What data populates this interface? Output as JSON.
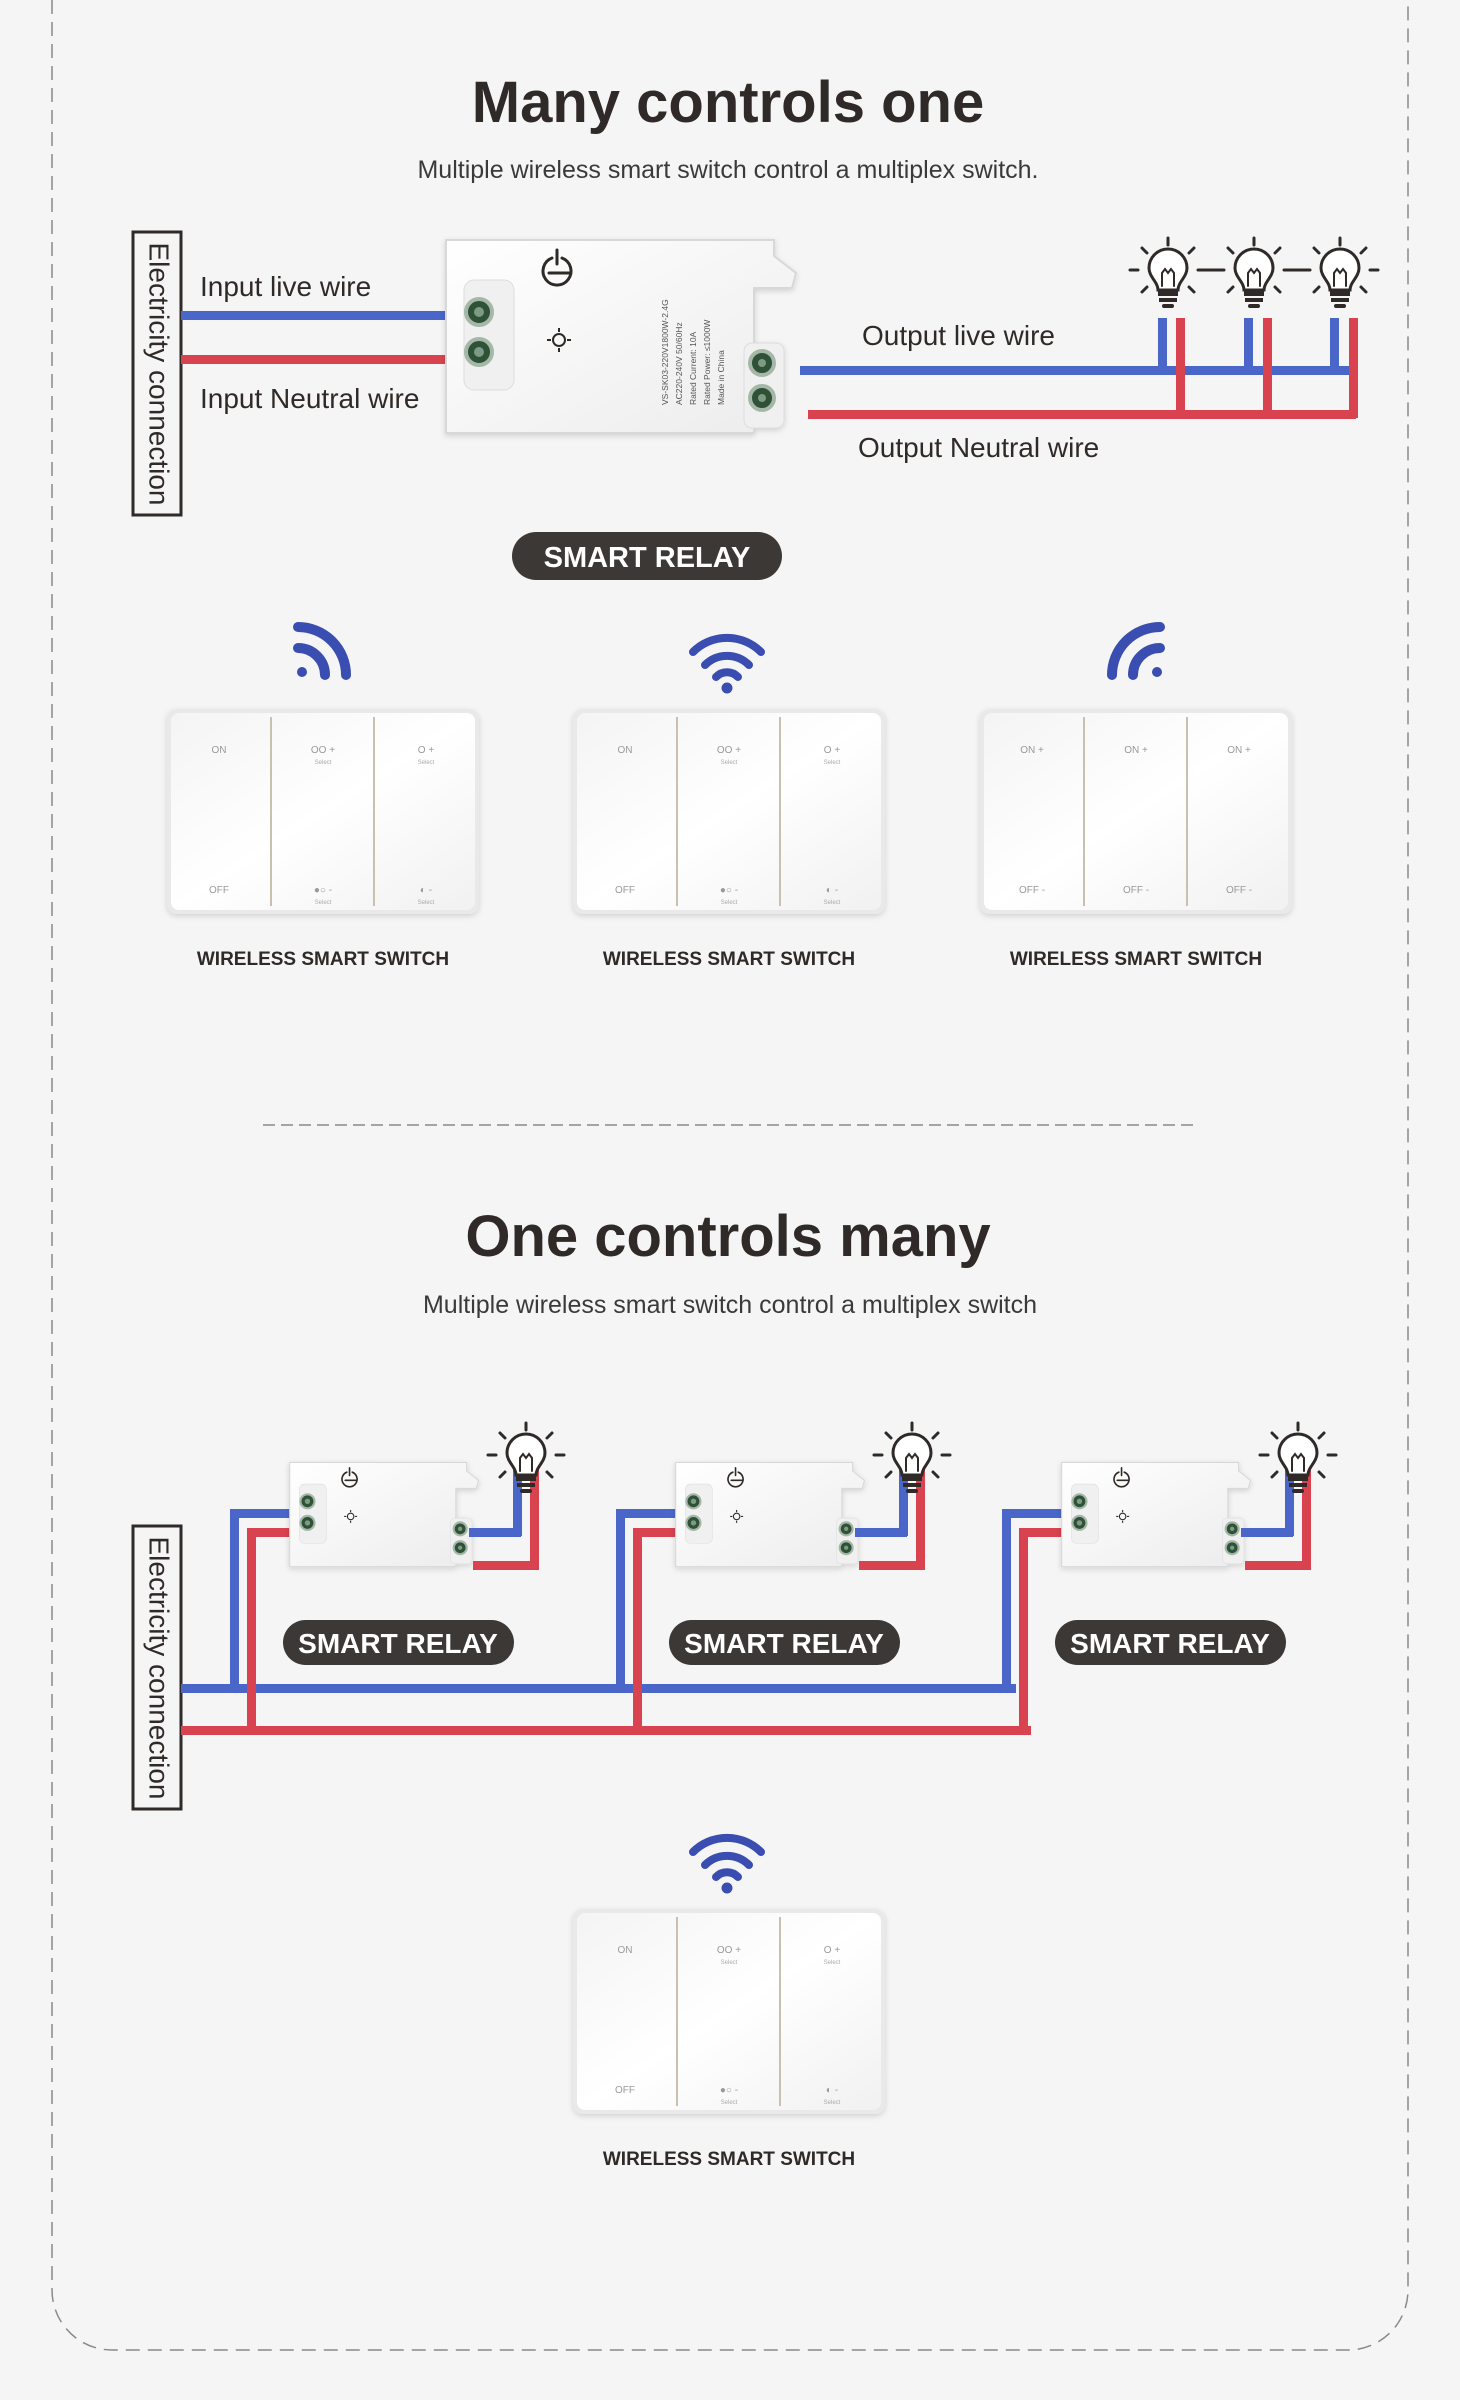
{
  "section1": {
    "title": "Many controls one",
    "subtitle": "Multiple wireless smart switch control a multiplex switch.",
    "side_label": "Electricity connection",
    "input_live_label": "Input live wire",
    "input_neutral_label": "Input Neutral wire",
    "output_live_label": "Output live wire",
    "output_neutral_label": "Output Neutral wire",
    "relay_badge": "SMART RELAY",
    "relay_text": [
      "VS-SK03-220V1800W-2.4G",
      "AC220-240V 50/60Hz",
      "Rated Current: 10A",
      "Rated Power: ≤1000W",
      "Made in China"
    ],
    "switches": [
      {
        "label": "WIRELESS SMART SWITCH",
        "top": [
          "ON",
          "OO +",
          "O +"
        ],
        "sub": [
          "",
          "Select",
          "Select"
        ],
        "bottom": [
          "OFF",
          "●○ -",
          "◐ -"
        ],
        "signal_icon": "wifi-corner-right-icon"
      },
      {
        "label": "WIRELESS SMART SWITCH",
        "top": [
          "ON",
          "OO +",
          "O +"
        ],
        "sub": [
          "",
          "Select",
          "Select"
        ],
        "bottom": [
          "OFF",
          "●○ -",
          "◐ -"
        ],
        "signal_icon": "wifi-icon"
      },
      {
        "label": "WIRELESS SMART SWITCH",
        "top": [
          "ON +",
          "ON +",
          "ON +"
        ],
        "sub": [
          "",
          "",
          ""
        ],
        "bottom": [
          "OFF -",
          "OFF -",
          "OFF -"
        ],
        "signal_icon": "wifi-corner-left-icon"
      }
    ]
  },
  "section2": {
    "title": "One controls many",
    "subtitle": "Multiple wireless smart switch control a multiplex switch",
    "side_label": "Electricity connection",
    "relay_badges": [
      "SMART RELAY",
      "SMART RELAY",
      "SMART RELAY"
    ],
    "switch": {
      "label": "WIRELESS SMART SWITCH",
      "top": [
        "ON",
        "OO +",
        "O +"
      ],
      "sub": [
        "",
        "Select",
        "Select"
      ],
      "bottom": [
        "OFF",
        "●○ -",
        "◐ -"
      ]
    }
  },
  "colors": {
    "live_wire": "#4a66c9",
    "neutral_wire": "#d8434f",
    "badge_bg": "#3b3836",
    "text_dark": "#2f2a28",
    "wifi": "#3a4db0"
  },
  "icons": [
    "light-bulb-icon",
    "wifi-icon",
    "power-icon"
  ]
}
